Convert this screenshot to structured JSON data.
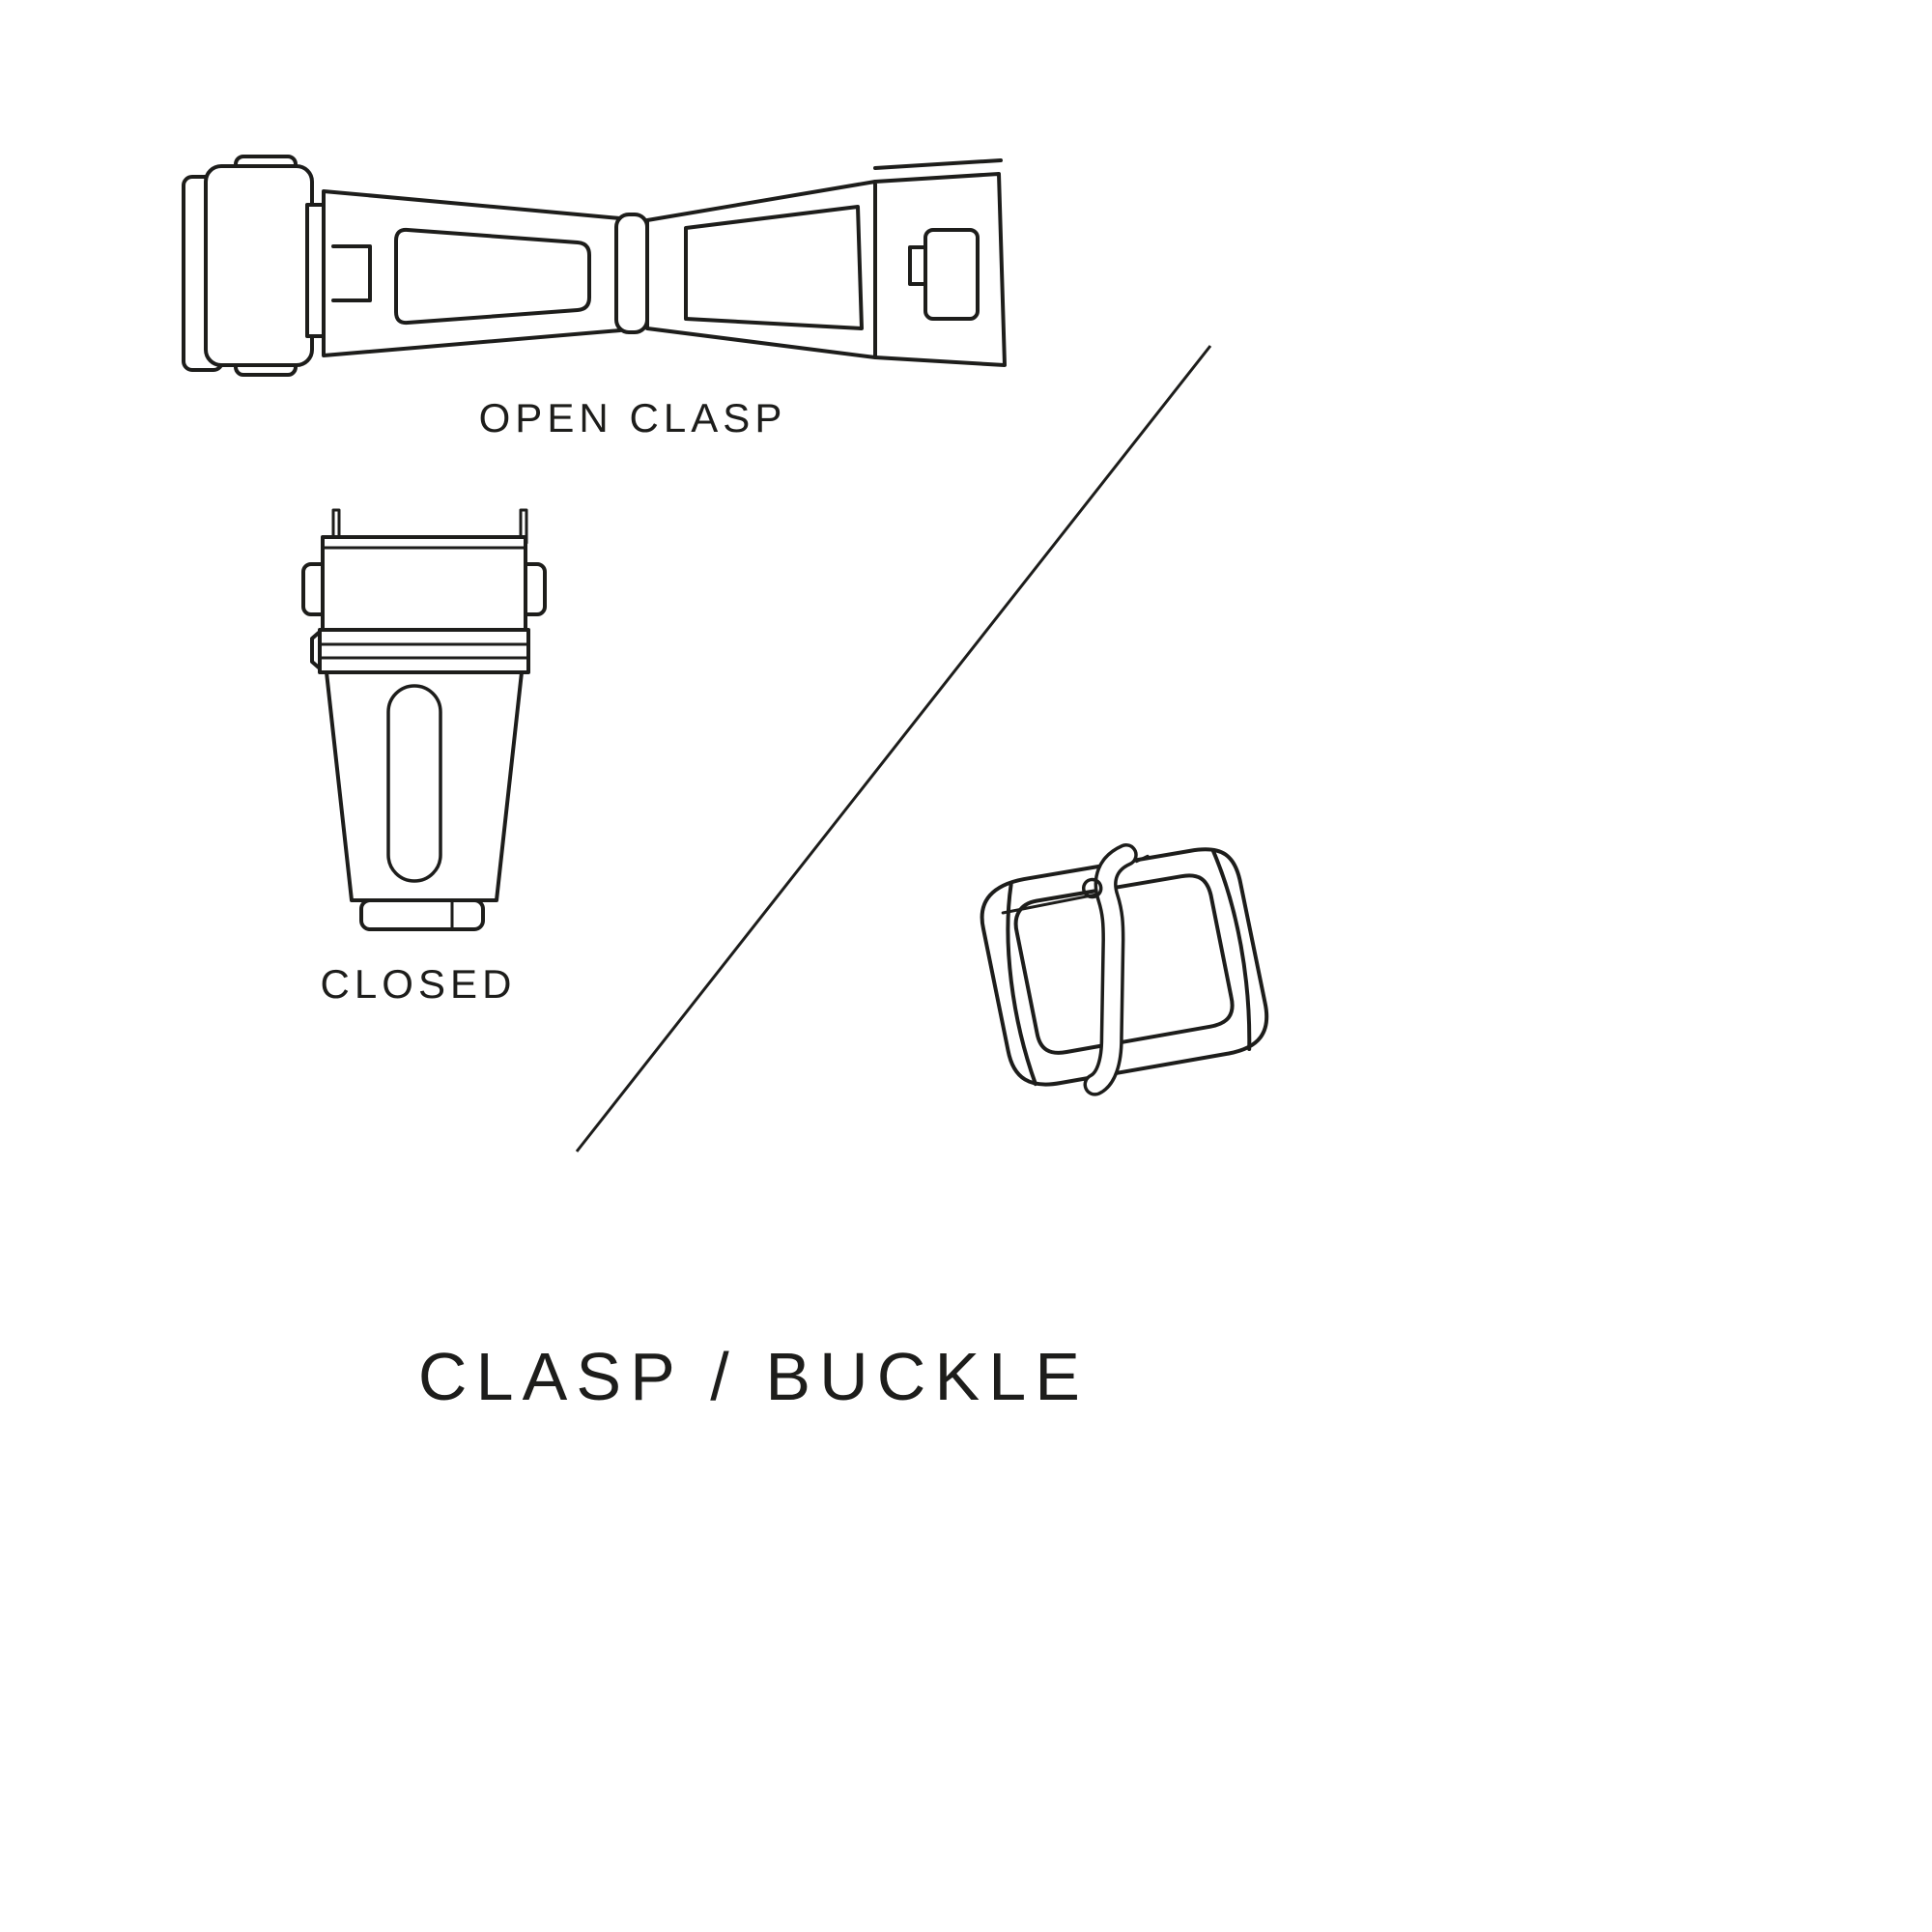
{
  "title": "CLASP / BUCKLE",
  "labels": {
    "open_clasp": "OPEN CLASP",
    "closed": "CLOSED"
  },
  "colors": {
    "background": "#ffffff",
    "line": "#1d1d1b",
    "text": "#1d1d1b"
  }
}
